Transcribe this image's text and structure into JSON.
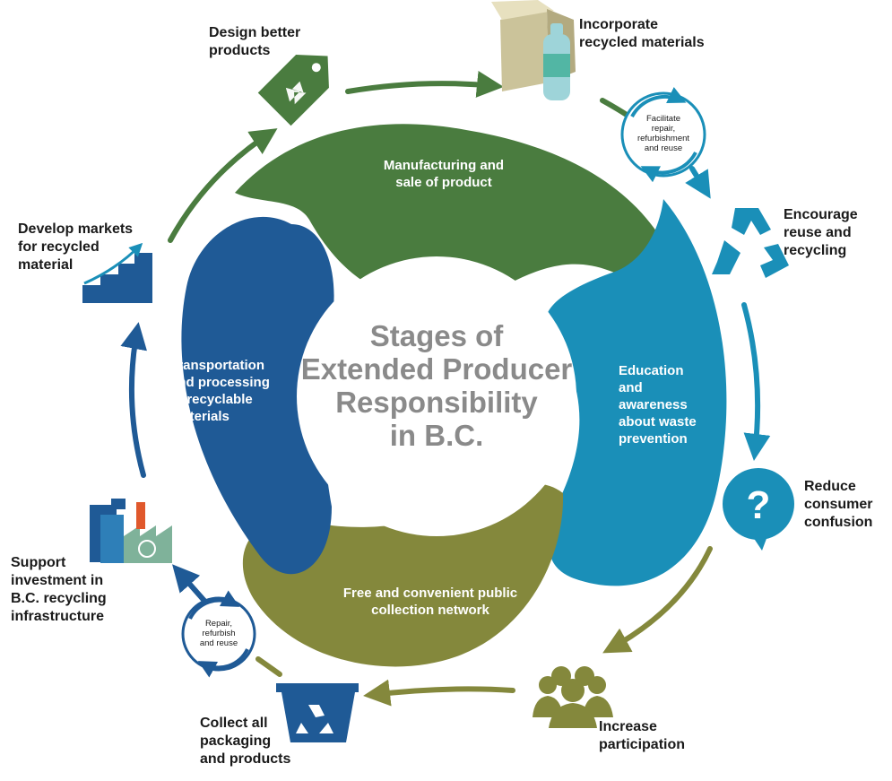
{
  "center_title": [
    "Stages of",
    "Extended Producer",
    "Responsibility",
    "in B.C."
  ],
  "segments": {
    "manufacturing": [
      "Manufacturing and",
      "sale of product"
    ],
    "education": [
      "Education",
      "and",
      "awareness",
      "about waste",
      "prevention"
    ],
    "collection": [
      "Free and convenient public",
      "collection network"
    ],
    "transportation": [
      "Transportation",
      "and processing",
      "of recyclable",
      "materials"
    ]
  },
  "labels": {
    "design": [
      "Design better",
      "products"
    ],
    "incorporate": [
      "Incorporate",
      "recycled materials"
    ],
    "encourage": [
      "Encourage",
      "reuse and",
      "recycling"
    ],
    "reduce": [
      "Reduce",
      "consumer",
      "confusion"
    ],
    "increase": [
      "Increase",
      "participation"
    ],
    "collect": [
      "Collect all",
      "packaging",
      "and products"
    ],
    "support": [
      "Support",
      "investment in",
      "B.C. recycling",
      "infrastructure"
    ],
    "develop": [
      "Develop markets",
      "for recycled",
      "material"
    ]
  },
  "badges": {
    "facilitate": [
      "Facilitate",
      "repair,",
      "refurbishment",
      "and reuse"
    ],
    "repair": [
      "Repair,",
      "refurbish",
      "and reuse"
    ]
  },
  "icons": {
    "tag": "recycle-tag-icon",
    "packaging": "box-and-bottle-icon",
    "recycle": "recycle-arrows-icon",
    "question": "question-bubble-icon",
    "people": "people-group-icon",
    "bin": "recycling-bin-icon",
    "factory": "factory-icon",
    "stairs": "growth-stairs-icon"
  },
  "colors": {
    "green": "#4a7c3f",
    "teal": "#1a8fb8",
    "olive": "#84883c",
    "blue": "#1f5a96",
    "center_text": "#8a8a8a"
  }
}
